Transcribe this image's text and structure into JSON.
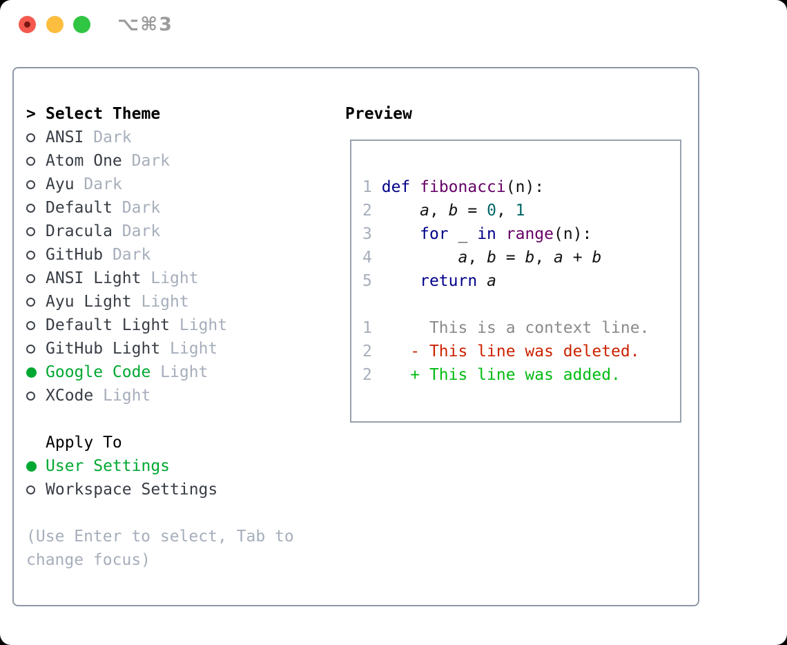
{
  "window": {
    "title": "⌥⌘3",
    "traffic_lights": [
      "close",
      "minimize",
      "zoom"
    ]
  },
  "colors": {
    "accent_green": "#00a832",
    "muted": "#a6aebb",
    "tl_red": "#f3594e",
    "tl_red_dot": "#791711",
    "tl_yellow": "#fcbe3e",
    "tl_green": "#30c543",
    "c_keyword": "#000088",
    "c_function": "#660066",
    "c_number": "#006666",
    "c_context": "#8a8a8a",
    "c_deleted": "#cc2200",
    "c_added": "#00bb11"
  },
  "theme_picker": {
    "prompt": ">",
    "title": "Select Theme",
    "themes": [
      {
        "label": "ANSI",
        "tag": "Dark",
        "selected": false
      },
      {
        "label": "Atom One",
        "tag": "Dark",
        "selected": false
      },
      {
        "label": "Ayu",
        "tag": "Dark",
        "selected": false
      },
      {
        "label": "Default",
        "tag": "Dark",
        "selected": false
      },
      {
        "label": "Dracula",
        "tag": "Dark",
        "selected": false
      },
      {
        "label": "GitHub",
        "tag": "Dark",
        "selected": false
      },
      {
        "label": "ANSI Light",
        "tag": "Light",
        "selected": false
      },
      {
        "label": "Ayu Light",
        "tag": "Light",
        "selected": false
      },
      {
        "label": "Default Light",
        "tag": "Light",
        "selected": false
      },
      {
        "label": "GitHub Light",
        "tag": "Light",
        "selected": false
      },
      {
        "label": "Google Code",
        "tag": "Light",
        "selected": true
      },
      {
        "label": "XCode",
        "tag": "Light",
        "selected": false
      }
    ],
    "apply_to": {
      "title": "Apply To",
      "options": [
        {
          "label": "User Settings",
          "selected": true
        },
        {
          "label": "Workspace Settings",
          "selected": false
        }
      ]
    },
    "hint": "(Use Enter to select, Tab to change focus)"
  },
  "preview": {
    "title": "Preview",
    "code_lines": [
      {
        "num": "1",
        "segments": [
          {
            "t": "def",
            "c": "kw"
          },
          {
            "t": " "
          },
          {
            "t": "fibonacci",
            "c": "fn"
          },
          {
            "t": "(n):"
          }
        ]
      },
      {
        "num": "2",
        "segments": [
          {
            "t": "    "
          },
          {
            "t": "a",
            "c": "var"
          },
          {
            "t": ", "
          },
          {
            "t": "b",
            "c": "var"
          },
          {
            "t": " = "
          },
          {
            "t": "0",
            "c": "num"
          },
          {
            "t": ", "
          },
          {
            "t": "1",
            "c": "num"
          }
        ]
      },
      {
        "num": "3",
        "segments": [
          {
            "t": "    "
          },
          {
            "t": "for",
            "c": "kw"
          },
          {
            "t": " _ "
          },
          {
            "t": "in",
            "c": "kw"
          },
          {
            "t": " "
          },
          {
            "t": "range",
            "c": "fn"
          },
          {
            "t": "(n):"
          }
        ]
      },
      {
        "num": "4",
        "segments": [
          {
            "t": "        "
          },
          {
            "t": "a",
            "c": "var"
          },
          {
            "t": ", "
          },
          {
            "t": "b",
            "c": "var"
          },
          {
            "t": " = "
          },
          {
            "t": "b",
            "c": "var"
          },
          {
            "t": ", "
          },
          {
            "t": "a",
            "c": "var"
          },
          {
            "t": " + "
          },
          {
            "t": "b",
            "c": "var"
          }
        ]
      },
      {
        "num": "5",
        "segments": [
          {
            "t": "    "
          },
          {
            "t": "return",
            "c": "kw"
          },
          {
            "t": " "
          },
          {
            "t": "a",
            "c": "var"
          }
        ]
      }
    ],
    "diff_lines": [
      {
        "num": "1",
        "marker": " ",
        "text": "This is a context line.",
        "type": "context"
      },
      {
        "num": "2",
        "marker": "-",
        "text": "This line was deleted.",
        "type": "deleted"
      },
      {
        "num": "2",
        "marker": "+",
        "text": "This line was added.",
        "type": "added"
      }
    ]
  }
}
